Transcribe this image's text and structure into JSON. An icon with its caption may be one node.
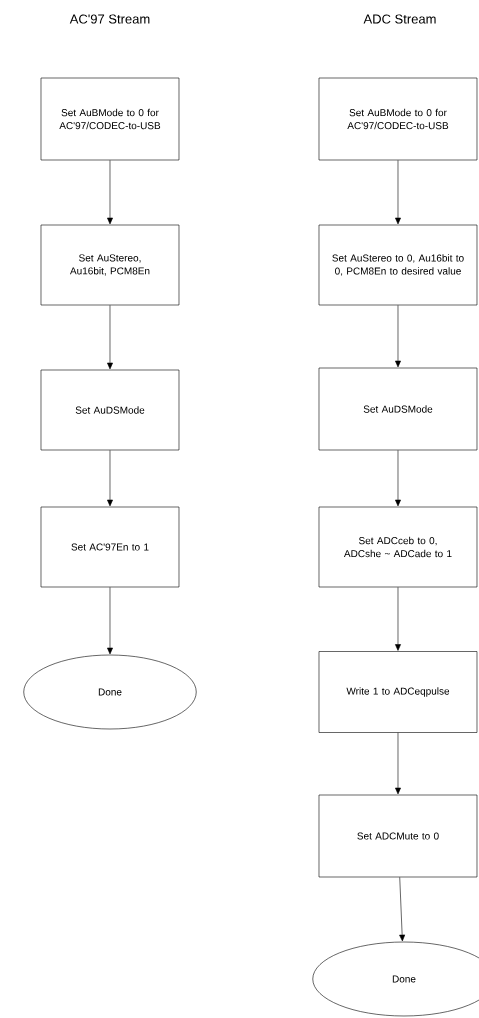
{
  "diagram": {
    "nodes": [
      {
        "text": [
          "Set AuBMode to 0 for AC'97/CODEC-to-USB"
        ]
      },
      {
        "text": [
          "Set AuStereo, Au16bit, PCM8En"
        ]
      },
      {
        "text": [
          "Set AuDSMode"
        ]
      },
      {
        "text": [
          "Set AC'97En to 1"
        ]
      },
      {
        "text": [
          "Done"
        ]
      },
      {
        "text": [
          "Set AuBMode to 0 for AC'97/CODEC-to-USB"
        ]
      },
      {
        "text": [
          "Set AuStereo to 0, Au16bit to 0, PCM8En to desired value"
        ]
      },
      {
        "text": [
          "Set AuDSMode"
        ]
      },
      {
        "text": [
          "Set ADCceb to 0, ADCshe ~ ADCade to 1"
        ]
      },
      {
        "text": [
          "Write 1 to ADCeqpulse"
        ]
      },
      {
        "text": [
          "Set ADCMute to 0"
        ]
      },
      {
        "text": [
          "Done"
        ]
      }
    ],
    "edges": [
      {
        "from": 0,
        "to": 1,
        "arrow": "to"
      },
      {
        "from": 1,
        "to": 2,
        "arrow": "to"
      },
      {
        "from": 2,
        "to": 3,
        "arrow": "to"
      },
      {
        "from": 3,
        "to": 4,
        "arrow": "to"
      },
      {
        "from": 5,
        "to": 6,
        "arrow": "to"
      },
      {
        "from": 6,
        "to": 7,
        "arrow": "to"
      },
      {
        "from": 7,
        "to": 8,
        "arrow": "to"
      },
      {
        "from": 8,
        "to": 9,
        "arrow": "to"
      },
      {
        "from": 9,
        "to": 10,
        "arrow": "to"
      },
      {
        "from": 10,
        "to": 11,
        "arrow": "to"
      }
    ],
    "labels": [
      "AC'97 Stream",
      "ADC Stream"
    ]
  }
}
